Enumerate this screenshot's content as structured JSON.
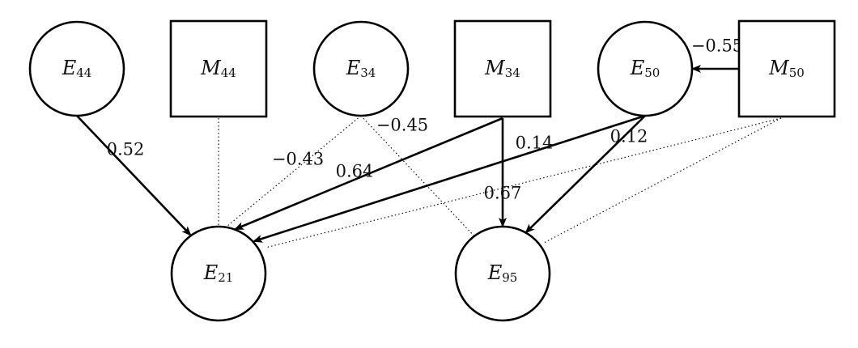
{
  "nodes": [
    {
      "id": "E44",
      "shape": "circle",
      "letter": "E",
      "sub": "44"
    },
    {
      "id": "M44",
      "shape": "square",
      "letter": "M",
      "sub": "44"
    },
    {
      "id": "E34",
      "shape": "circle",
      "letter": "E",
      "sub": "34"
    },
    {
      "id": "M34",
      "shape": "square",
      "letter": "M",
      "sub": "34"
    },
    {
      "id": "E50",
      "shape": "circle",
      "letter": "E",
      "sub": "50"
    },
    {
      "id": "M50",
      "shape": "square",
      "letter": "M",
      "sub": "50"
    },
    {
      "id": "E21",
      "shape": "circle",
      "letter": "E",
      "sub": "21"
    },
    {
      "id": "E95",
      "shape": "circle",
      "letter": "E",
      "sub": "95"
    }
  ],
  "edges": [
    {
      "id": "e44-e21",
      "from": "E44",
      "to": "E21",
      "style": "solid",
      "label": "0.52"
    },
    {
      "id": "m44-e21",
      "from": "M44",
      "to": "E21",
      "style": "dotted",
      "label": ""
    },
    {
      "id": "e34-e21",
      "from": "E34",
      "to": "E21",
      "style": "dotted",
      "label": "−0.43"
    },
    {
      "id": "e34-e95",
      "from": "E34",
      "to": "E95",
      "style": "dotted",
      "label": "−0.45"
    },
    {
      "id": "m34-e21",
      "from": "M34",
      "to": "E21",
      "style": "solid",
      "label": "0.64"
    },
    {
      "id": "m34-e95",
      "from": "M34",
      "to": "E95",
      "style": "solid",
      "label": "0.67"
    },
    {
      "id": "e50-e21",
      "from": "E50",
      "to": "E21",
      "style": "solid",
      "label": "0.14"
    },
    {
      "id": "e50-e95",
      "from": "E50",
      "to": "E95",
      "style": "solid",
      "label": "0.12"
    },
    {
      "id": "m50-e50",
      "from": "M50",
      "to": "E50",
      "style": "solid",
      "label": "−0.55"
    },
    {
      "id": "m50-e21",
      "from": "M50",
      "to": "E21",
      "style": "dotted",
      "label": ""
    },
    {
      "id": "m50-e95",
      "from": "M50",
      "to": "E95",
      "style": "dotted",
      "label": ""
    }
  ]
}
